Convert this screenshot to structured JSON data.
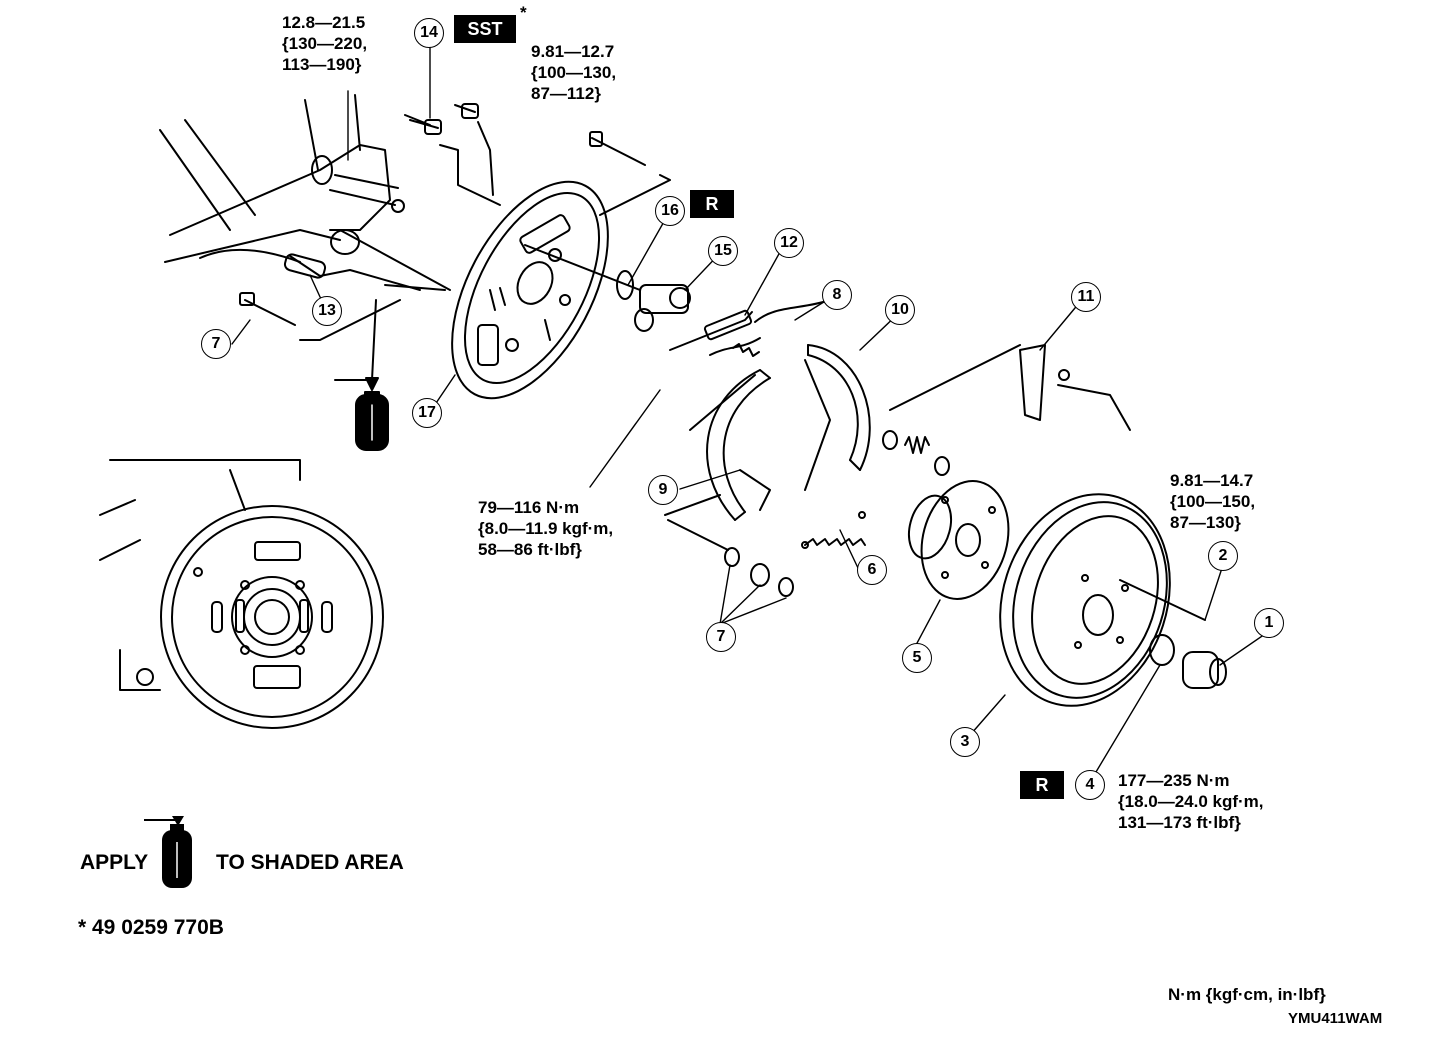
{
  "callouts": {
    "c1": "1",
    "c2": "2",
    "c3": "3",
    "c4": "4",
    "c5": "5",
    "c6": "6",
    "c7a": "7",
    "c7b": "7",
    "c8": "8",
    "c9": "9",
    "c10": "10",
    "c11": "11",
    "c12": "12",
    "c13": "13",
    "c14": "14",
    "c15": "15",
    "c16": "16",
    "c17": "17"
  },
  "tags": {
    "sst": "SST",
    "sst_star": "*",
    "r_top": "R",
    "r_bottom": "R"
  },
  "torque": {
    "t_bracket": "12.8—21.5\n{130—220,\n113—190}",
    "t_sst_bolt": "9.81—12.7\n{100—130,\n87—112}",
    "t_backing": "79—116 N·m\n{8.0—11.9 kgf·m,\n58—86 ft·lbf}",
    "t_disc_screw": "9.81—14.7\n{100—150,\n87—130}",
    "t_locknut": "177—235 N·m\n{18.0—24.0 kgf·m,\n131—173 ft·lbf}"
  },
  "legend": {
    "apply": "APPLY",
    "shaded": "TO SHADED AREA",
    "tool_note": "* 49 0259 770B",
    "units": "N·m {kgf·cm, in·lbf}",
    "figure_code": "YMU411WAM"
  }
}
